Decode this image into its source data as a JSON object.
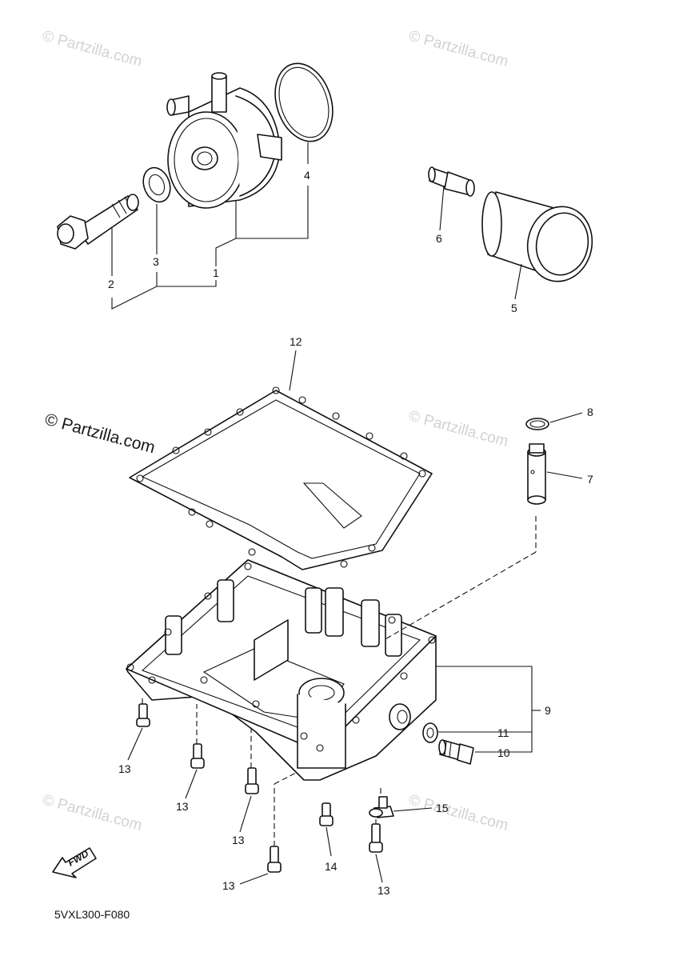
{
  "watermarks": {
    "light": "© Partzilla.com",
    "dark": "© Partzilla.com"
  },
  "diagram_code": "5VXL300-F080",
  "fwd_label": "FWD",
  "callouts": {
    "c1": "1",
    "c2": "2",
    "c3": "3",
    "c4": "4",
    "c5": "5",
    "c6": "6",
    "c7": "7",
    "c8": "8",
    "c9": "9",
    "c10": "10",
    "c11": "11",
    "c12": "12",
    "c13a": "13",
    "c13b": "13",
    "c13c": "13",
    "c13d": "13",
    "c13e": "13",
    "c14": "14",
    "c15": "15"
  },
  "colors": {
    "line": "#111111",
    "watermark": "#d2d2d2",
    "background": "#ffffff"
  }
}
